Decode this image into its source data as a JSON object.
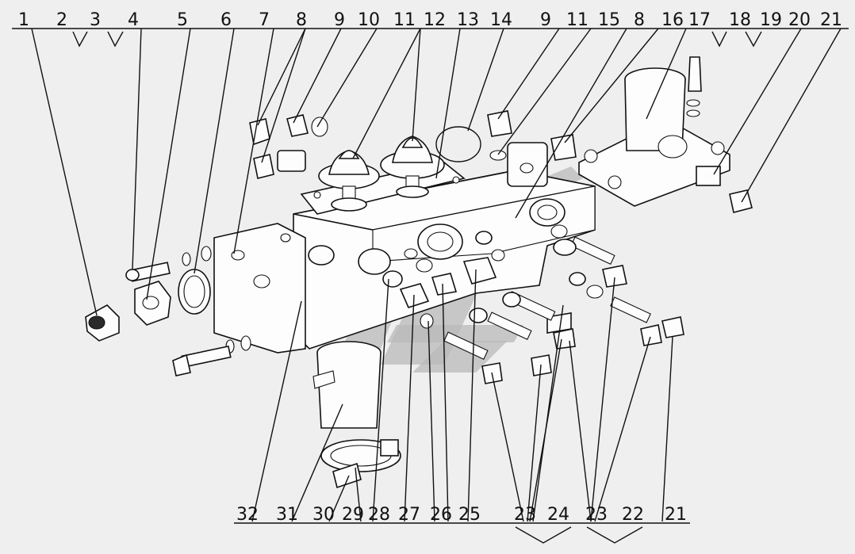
{
  "diagram": {
    "top_callouts": [
      "1",
      "2",
      "3",
      "4",
      "5",
      "6",
      "7",
      "8",
      "9",
      "10",
      "11",
      "12",
      "13",
      "14",
      "9",
      "11",
      "15",
      "8",
      "16",
      "17",
      "18",
      "19",
      "20",
      "21"
    ],
    "bottom_callouts": [
      "32",
      "31",
      "30",
      "29",
      "28",
      "27",
      "26",
      "25",
      "23",
      "24",
      "23",
      "22",
      "21"
    ]
  }
}
